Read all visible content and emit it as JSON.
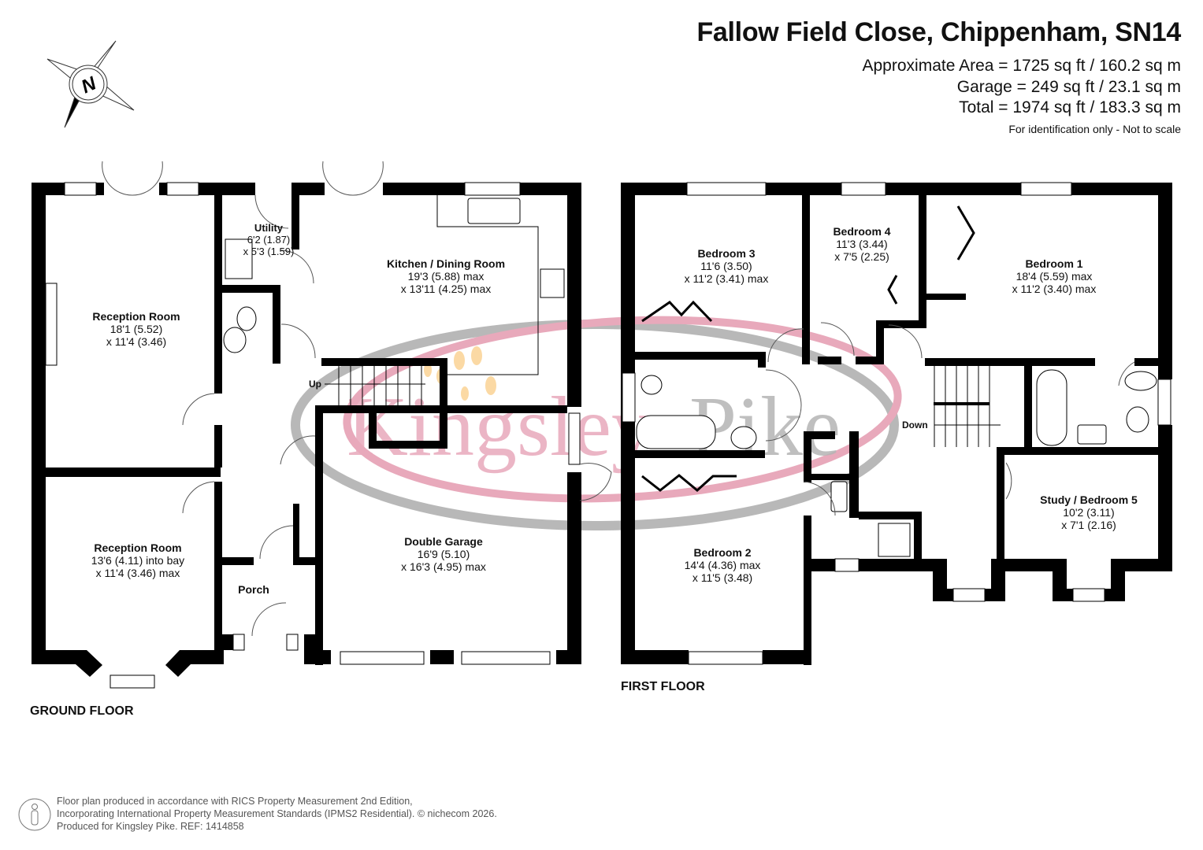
{
  "header": {
    "title": "Fallow Field Close, Chippenham, SN14",
    "approx_area": "Approximate Area = 1725 sq ft / 160.2 sq m",
    "garage_area": "Garage = 249 sq ft / 23.1 sq m",
    "total_area": "Total = 1974 sq ft / 183.3 sq m",
    "note": "For identification only - Not to scale"
  },
  "compass": {
    "icon": "north-compass-icon",
    "label": "N"
  },
  "watermark": {
    "text_left": "Kingsley",
    "text_right": "Pike",
    "color_pink": "#e8a9bb",
    "color_grey": "#b5b5b5",
    "color_orange": "#fbd9a4"
  },
  "ground_floor": {
    "label": "GROUND FLOOR",
    "rooms": [
      {
        "name": "Reception Room",
        "dim1": "18'1 (5.52)",
        "dim2": "x 11'4 (3.46)"
      },
      {
        "name": "Utility",
        "dim1": "6'2 (1.87)",
        "dim2": "x 5'3 (1.59)"
      },
      {
        "name": "Kitchen / Dining Room",
        "dim1": "19'3 (5.88) max",
        "dim2": "x 13'11 (4.25) max"
      },
      {
        "name": "Reception Room",
        "dim1": "13'6 (4.11) into bay",
        "dim2": "x 11'4 (3.46) max"
      },
      {
        "name": "Porch"
      },
      {
        "name": "Double Garage",
        "dim1": "16'9 (5.10)",
        "dim2": "x 16'3 (4.95) max"
      }
    ],
    "stairs_label": "Up"
  },
  "first_floor": {
    "label": "FIRST FLOOR",
    "rooms": [
      {
        "name": "Bedroom 3",
        "dim1": "11'6 (3.50)",
        "dim2": "x 11'2 (3.41) max"
      },
      {
        "name": "Bedroom 4",
        "dim1": "11'3 (3.44)",
        "dim2": "x 7'5 (2.25)"
      },
      {
        "name": "Bedroom 1",
        "dim1": "18'4 (5.59) max",
        "dim2": "x 11'2 (3.40) max"
      },
      {
        "name": "Bedroom 2",
        "dim1": "14'4 (4.36) max",
        "dim2": "x 11'5 (3.48)"
      },
      {
        "name": "Study / Bedroom 5",
        "dim1": "10'2 (3.11)",
        "dim2": "x 7'1 (2.16)"
      }
    ],
    "stairs_label": "Down"
  },
  "footer": {
    "line1": "Floor plan produced in accordance with RICS Property Measurement 2nd Edition,",
    "line2": "Incorporating International Property Measurement Standards (IPMS2 Residential).   © nichecom 2026.",
    "line3": "Produced for Kingsley Pike.   REF: 1414858"
  }
}
